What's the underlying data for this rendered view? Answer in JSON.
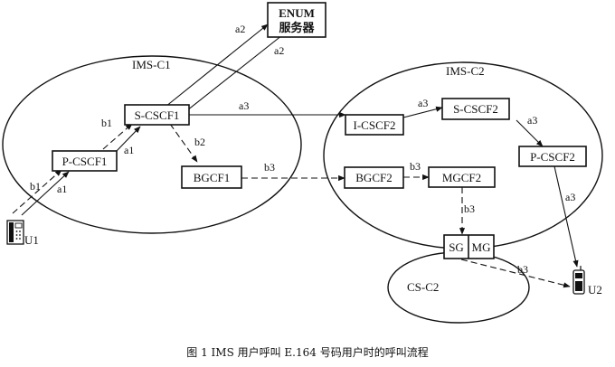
{
  "domains": {
    "ims_c1": "IMS-C1",
    "ims_c2": "IMS-C2",
    "cs_c2": "CS-C2"
  },
  "nodes": {
    "enum_line1": "ENUM",
    "enum_line2": "服务器",
    "s_cscf1": "S-CSCF1",
    "p_cscf1": "P-CSCF1",
    "bgcf1": "BGCF1",
    "i_cscf2": "I-CSCF2",
    "s_cscf2": "S-CSCF2",
    "p_cscf2": "P-CSCF2",
    "bgcf2": "BGCF2",
    "mgcf2": "MGCF2",
    "sg": "SG",
    "mg": "MG"
  },
  "users": {
    "u1": "U1",
    "u2": "U2"
  },
  "edge_labels": {
    "a1": "a1",
    "a2": "a2",
    "a3": "a3",
    "b1": "b1",
    "b2": "b2",
    "b3": "b3"
  },
  "caption": "图 1   IMS 用户呼叫 E.164 号码用户时的呼叫流程"
}
